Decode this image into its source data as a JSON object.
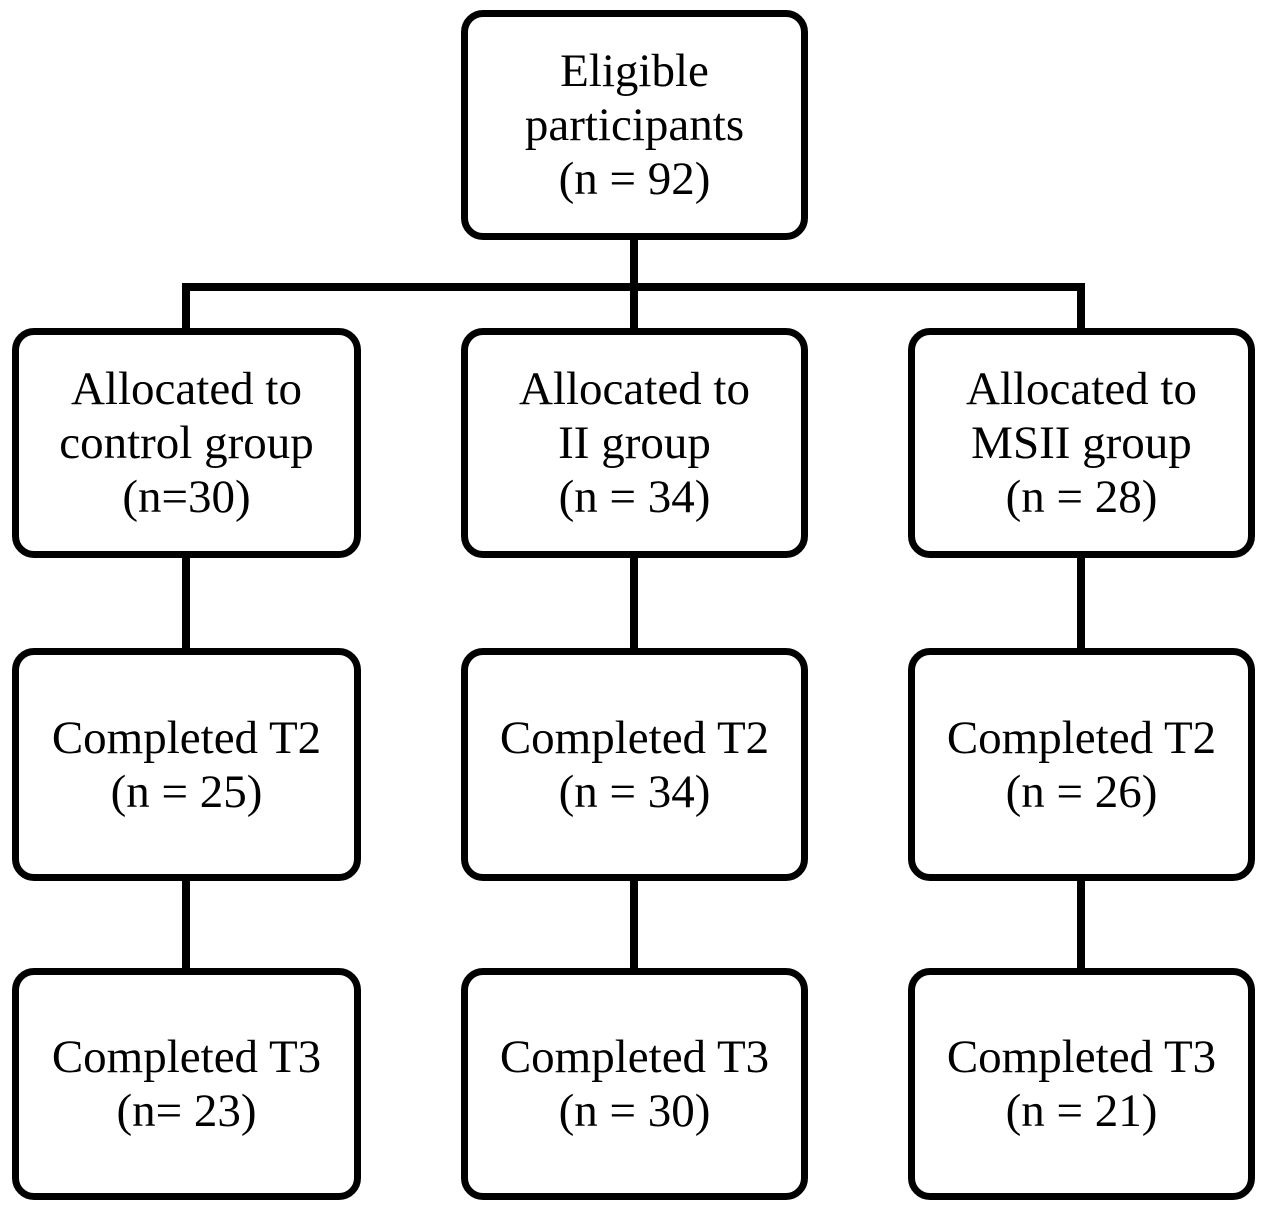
{
  "diagram": {
    "root": {
      "line1": "Eligible",
      "line2": "participants",
      "line3": "(n = 92)"
    },
    "groups": [
      {
        "allocated": {
          "line1": "Allocated to",
          "line2": "control group",
          "line3": "(n=30)"
        },
        "t2": {
          "line1": "Completed T2",
          "line2": "(n = 25)"
        },
        "t3": {
          "line1": "Completed T3",
          "line2": "(n= 23)"
        }
      },
      {
        "allocated": {
          "line1": "Allocated to",
          "line2": "II group",
          "line3": "(n = 34)"
        },
        "t2": {
          "line1": "Completed T2",
          "line2": "(n = 34)"
        },
        "t3": {
          "line1": "Completed T3",
          "line2": "(n = 30)"
        }
      },
      {
        "allocated": {
          "line1": "Allocated to",
          "line2": "MSII group",
          "line3": "(n = 28)"
        },
        "t2": {
          "line1": "Completed T2",
          "line2": "(n = 26)"
        },
        "t3": {
          "line1": "Completed T3",
          "line2": "(n = 21)"
        }
      }
    ]
  }
}
